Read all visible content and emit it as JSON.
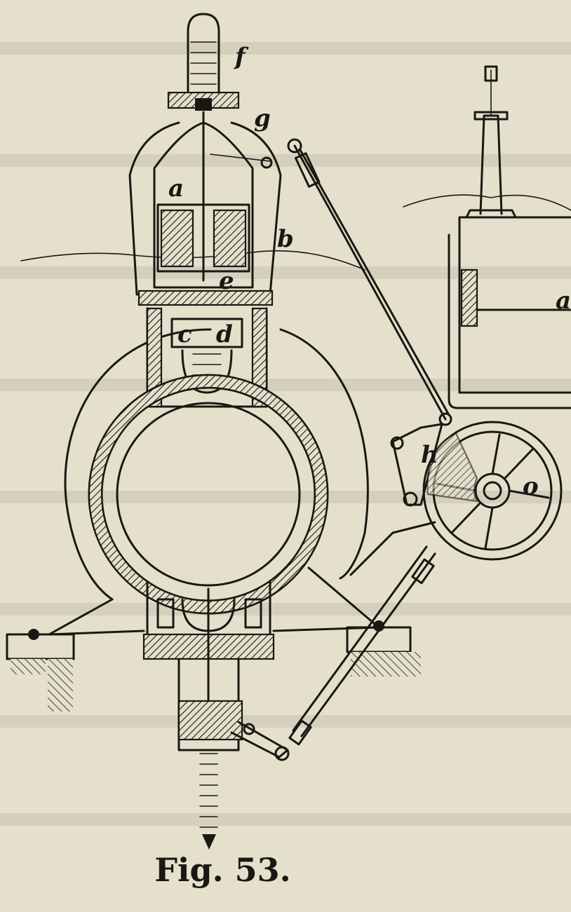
{
  "figure": {
    "caption": "Fig. 53.",
    "labels": {
      "f": "f",
      "g": "g",
      "a": "a",
      "b": "b",
      "e": "e",
      "c": "c",
      "d": "d",
      "h": "h",
      "o": "o",
      "right_edge": "a"
    }
  },
  "colors": {
    "paper": "#e4e0cc",
    "ink": "#1a1812"
  }
}
